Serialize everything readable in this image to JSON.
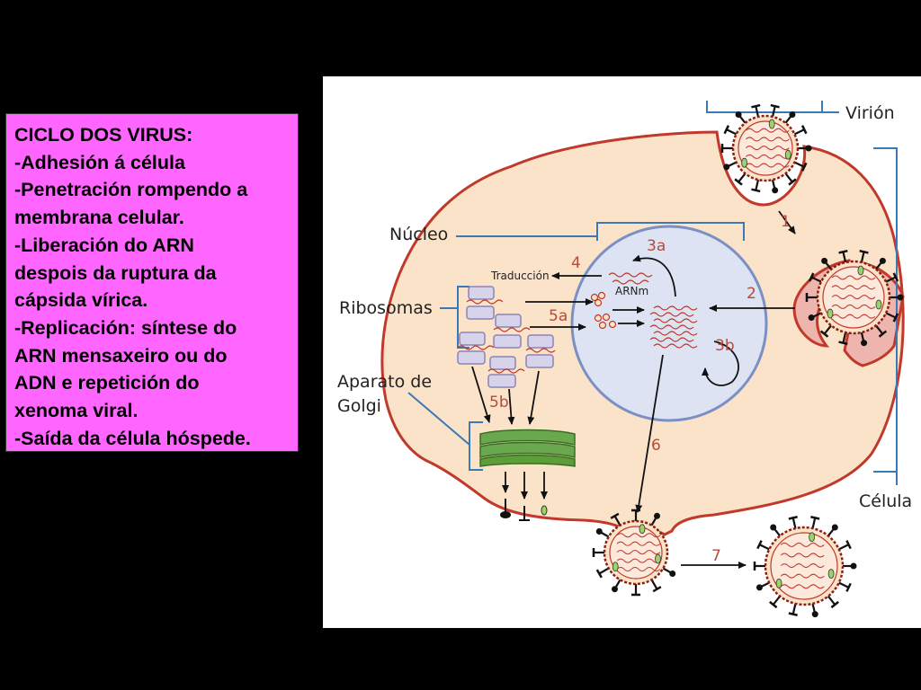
{
  "text_panel": {
    "lines": [
      "CICLO DOS VIRUS:",
      "-Adhesión á célula",
      "-Penetración rompendo a",
      "membrana celular.",
      "-Liberación do ARN",
      "despois da ruptura da",
      "cápsida vírica.",
      "-Replicación: síntese do",
      "ARN mensaxeiro ou do",
      "ADN e repetición do",
      "xenoma viral.",
      "-Saída da célula hóspede."
    ],
    "background": "#ff66ff"
  },
  "diagram": {
    "labels": {
      "virion": "Virión",
      "nucleo": "Núcleo",
      "ribosomas": "Ribosomas",
      "aparato_1": "Aparato de",
      "aparato_2": "Golgi",
      "celula": "Célula",
      "traduccion": "Traducción",
      "arnm": "ARNm"
    },
    "steps": {
      "s1": "1",
      "s2": "2",
      "s3a": "3a",
      "s3b": "3b",
      "s4": "4",
      "s5a": "5a",
      "s5b": "5b",
      "s6": "6",
      "s7": "7"
    },
    "colors": {
      "cell_fill": "#fbe3c9",
      "membrane": "#c0392b",
      "nucleus_fill": "#dde3f3",
      "nucleus_stroke": "#7b8fc4",
      "bracket": "#3a79b6",
      "golgi": "#5d9e3a",
      "ribosome": "#d7d3ea"
    }
  }
}
